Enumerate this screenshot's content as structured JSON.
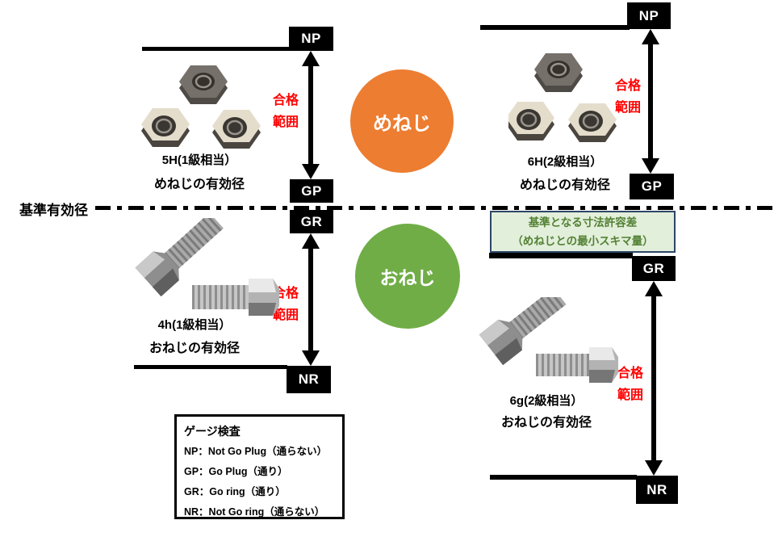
{
  "baseline": {
    "label": "基準有効径"
  },
  "pass_range": {
    "line1": "合格",
    "line2": "範囲",
    "color": "#FF0000"
  },
  "circles": {
    "internal": {
      "label": "めねじ",
      "color": "#ED7D31"
    },
    "external": {
      "label": "おねじ",
      "color": "#70AD47"
    }
  },
  "quadrants": {
    "top_left": {
      "spec": "5H(1級相当）",
      "desc": "めねじの有効径",
      "gauge_upper": "NP",
      "gauge_lower": "GP"
    },
    "top_right": {
      "spec": "6H(2級相当）",
      "desc": "めねじの有効径",
      "gauge_upper": "NP",
      "gauge_lower": "GP"
    },
    "bottom_left": {
      "spec": "4h(1級相当）",
      "desc": "おねじの有効径",
      "gauge_upper": "GR",
      "gauge_lower": "NR"
    },
    "bottom_right": {
      "spec": "6g(2級相当）",
      "desc": "おねじの有効径",
      "gauge_upper": "GR",
      "gauge_lower": "NR"
    }
  },
  "tolerance_note": {
    "line1": "基準となる寸法許容差",
    "line2": "（めねじとの最小スキマ量）",
    "text_color": "#538135",
    "fill_color": "#E2EFDA",
    "border_color": "#2E4668"
  },
  "legend": {
    "title": "ゲージ検査",
    "items": [
      "NP：Not Go Plug（通らない）",
      "GP：Go Plug（通り）",
      "GR：Go ring（通り）",
      "NR：Not Go ring（通らない）"
    ]
  }
}
